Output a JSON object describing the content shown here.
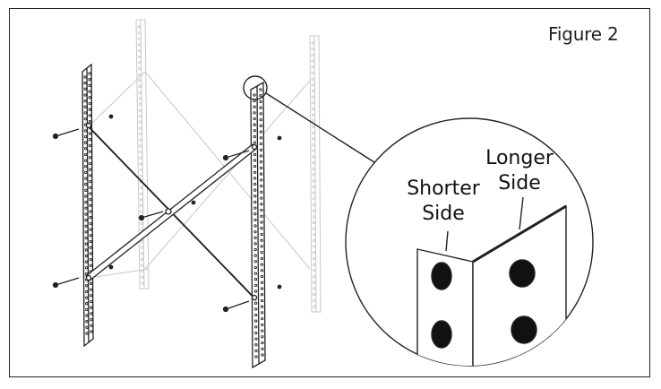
{
  "figure": {
    "title": "Figure 2"
  },
  "callout": {
    "shorter_side_line1": "Shorter",
    "shorter_side_line2": "Side",
    "longer_side_line1": "Longer",
    "longer_side_line2": "Side"
  },
  "colors": {
    "line": "#222222",
    "faded_line": "#c8c8c8",
    "background": "#ffffff"
  }
}
